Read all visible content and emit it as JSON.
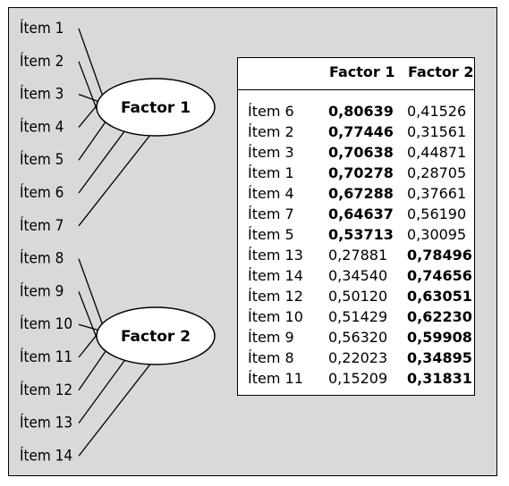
{
  "items": [
    "Ítem 1",
    "Ítem 2",
    "Ítem 3",
    "Ítem 4",
    "Ítem 5",
    "Ítem 6",
    "Ítem 7",
    "Ítem 8",
    "Ítem 9",
    "Ítem 10",
    "Ítem 11",
    "Ítem 12",
    "Ítem 13",
    "Ítem 14"
  ],
  "factors": [
    {
      "label": "Factor 1",
      "items": [
        "Ítem 1",
        "Ítem 2",
        "Ítem 3",
        "Ítem 4",
        "Ítem 5",
        "Ítem 6",
        "Ítem 7"
      ]
    },
    {
      "label": "Factor 2",
      "items": [
        "Ítem 8",
        "Ítem 9",
        "Ítem 10",
        "Ítem 11",
        "Ítem 12",
        "Ítem 13",
        "Ítem 14"
      ]
    }
  ],
  "table": {
    "headers": [
      "",
      "Factor 1",
      "Factor 2"
    ],
    "rows": [
      {
        "item": "Ítem 6",
        "f1": "0,80639",
        "f2": "0,41526",
        "bold": "f1"
      },
      {
        "item": "Ítem 2",
        "f1": "0,77446",
        "f2": "0,31561",
        "bold": "f1"
      },
      {
        "item": "Ítem 3",
        "f1": "0,70638",
        "f2": "0,44871",
        "bold": "f1"
      },
      {
        "item": "Ítem 1",
        "f1": "0,70278",
        "f2": "0,28705",
        "bold": "f1"
      },
      {
        "item": "Ítem 4",
        "f1": "0,67288",
        "f2": "0,37661",
        "bold": "f1"
      },
      {
        "item": "Ítem 7",
        "f1": "0,64637",
        "f2": "0,56190",
        "bold": "f1"
      },
      {
        "item": "Ítem 5",
        "f1": "0,53713",
        "f2": "0,30095",
        "bold": "f1"
      },
      {
        "item": "Ítem 13",
        "f1": "0,27881",
        "f2": "0,78496",
        "bold": "f2"
      },
      {
        "item": "Ítem 14",
        "f1": "0,34540",
        "f2": "0,74656",
        "bold": "f2"
      },
      {
        "item": "Ítem 12",
        "f1": "0,50120",
        "f2": "0,63051",
        "bold": "f2"
      },
      {
        "item": "Ítem 10",
        "f1": "0,51429",
        "f2": "0,62230",
        "bold": "f2"
      },
      {
        "item": "Ítem 9",
        "f1": "0,56320",
        "f2": "0,59908",
        "bold": "f2"
      },
      {
        "item": "Ítem 8",
        "f1": "0,22023",
        "f2": "0,34895",
        "bold": "f2"
      },
      {
        "item": "Ítem 11",
        "f1": "0,15209",
        "f2": "0,31831",
        "bold": "f2"
      }
    ]
  },
  "colors": {
    "background": "#d9d9d9",
    "table_background": "#ffffff",
    "stroke": "#000000"
  }
}
